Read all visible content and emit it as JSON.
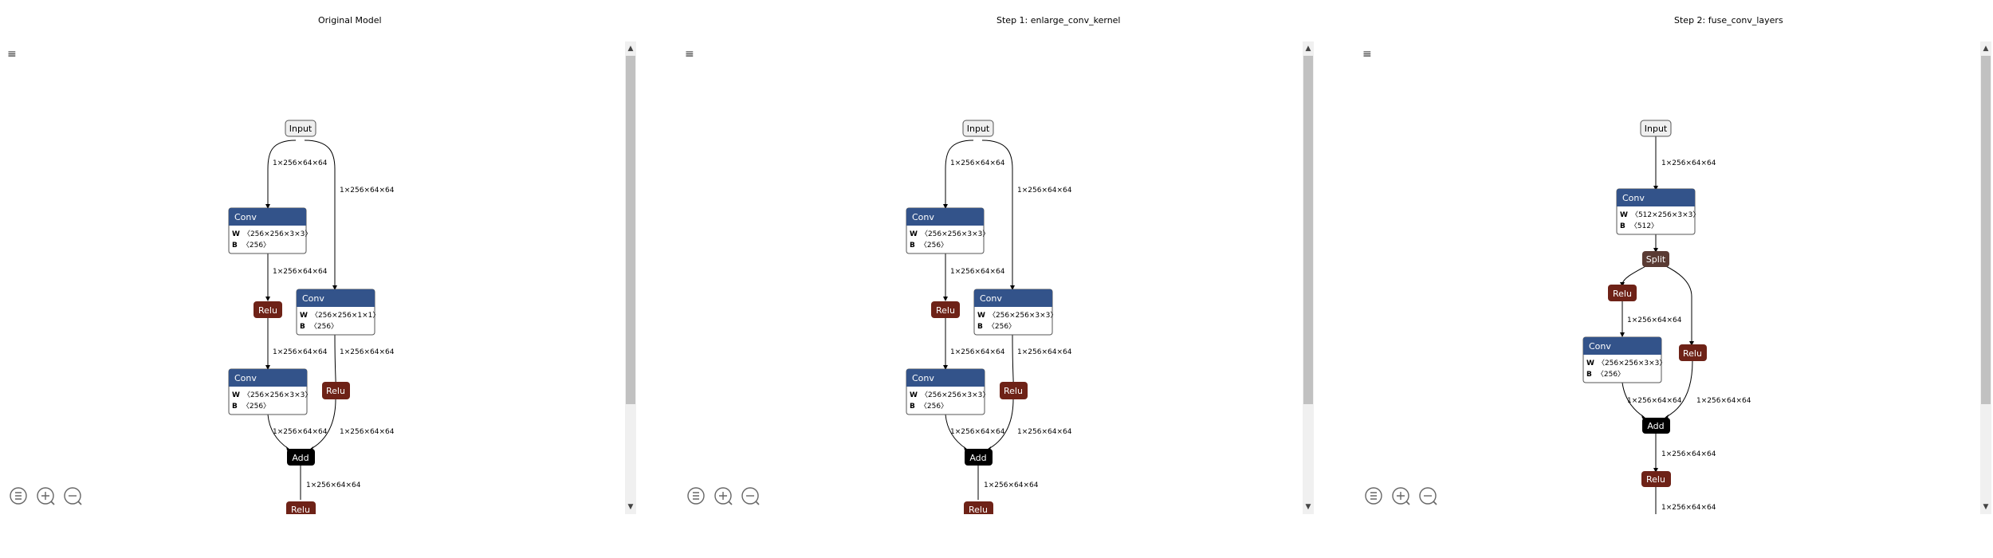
{
  "panels": [
    {
      "title": "Original Model",
      "nodes": {
        "input": "Input",
        "conv1": {
          "title": "Conv",
          "w": "〈256×256×3×3〉",
          "b": "〈256〉"
        },
        "relu1": "Relu",
        "conv_side": {
          "title": "Conv",
          "w": "〈256×256×1×1〉",
          "b": "〈256〉"
        },
        "conv2": {
          "title": "Conv",
          "w": "〈256×256×3×3〉",
          "b": "〈256〉"
        },
        "relu_side": "Relu",
        "add": "Add",
        "relu_out": "Relu"
      },
      "edge_labels": {
        "e1": "1×256×64×64",
        "e2": "1×256×64×64",
        "e3": "1×256×64×64",
        "e4": "1×256×64×64",
        "e5": "1×256×64×64",
        "e6": "1×256×64×64",
        "e7": "1×256×64×64",
        "e8": "1×256×64×64"
      }
    },
    {
      "title": "Step 1: enlarge_conv_kernel",
      "nodes": {
        "input": "Input",
        "conv1": {
          "title": "Conv",
          "w": "〈256×256×3×3〉",
          "b": "〈256〉"
        },
        "relu1": "Relu",
        "conv_side": {
          "title": "Conv",
          "w": "〈256×256×3×3〉",
          "b": "〈256〉"
        },
        "conv2": {
          "title": "Conv",
          "w": "〈256×256×3×3〉",
          "b": "〈256〉"
        },
        "relu_side": "Relu",
        "add": "Add",
        "relu_out": "Relu"
      },
      "edge_labels": {
        "e1": "1×256×64×64",
        "e2": "1×256×64×64",
        "e3": "1×256×64×64",
        "e4": "1×256×64×64",
        "e5": "1×256×64×64",
        "e6": "1×256×64×64",
        "e7": "1×256×64×64",
        "e8": "1×256×64×64"
      }
    },
    {
      "title": "Step 2: fuse_conv_layers",
      "nodes": {
        "input": "Input",
        "conv1": {
          "title": "Conv",
          "w": "〈512×256×3×3〉",
          "b": "〈512〉"
        },
        "split": "Split",
        "relu1": "Relu",
        "conv2": {
          "title": "Conv",
          "w": "〈256×256×3×3〉",
          "b": "〈256〉"
        },
        "relu_side": "Relu",
        "add": "Add",
        "relu_out": "Relu"
      },
      "edge_labels": {
        "e1": "1×256×64×64",
        "e2": "1×256×64×64",
        "e3": "1×256×64×64",
        "e4": "1×256×64×64",
        "e5": "1×256×64×64",
        "e6": "1×256×64×64"
      }
    }
  ],
  "ui": {
    "menu_icon": "≡",
    "scroll_up": "▲",
    "scroll_down": "▼",
    "icons": [
      "menu-icon",
      "list-icon",
      "zoom-in-icon",
      "zoom-out-icon"
    ]
  },
  "colors": {
    "conv_header": "#33538a",
    "relu": "#6e2217",
    "split": "#5a3b34",
    "add": "#000000",
    "input_fill": "#efefef"
  }
}
